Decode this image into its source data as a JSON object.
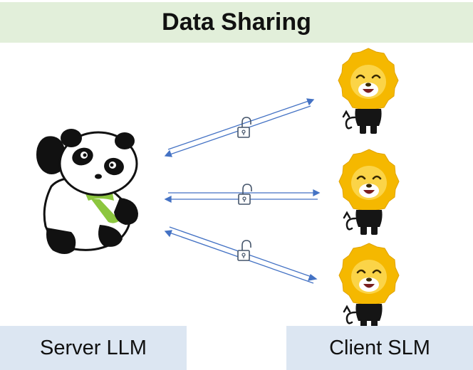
{
  "title": "Data Sharing",
  "server_label": "Server LLM",
  "client_label": "Client SLM",
  "icons": {
    "server": "panda-icon",
    "client": "lion-icon",
    "channel": "unlocked-padlock-icon"
  },
  "colors": {
    "title_background": "#e2efda",
    "label_background": "#dce6f2",
    "arrow": "#4472c4",
    "lion_mane": "#f5b800",
    "scarf": "#8cc63f"
  }
}
